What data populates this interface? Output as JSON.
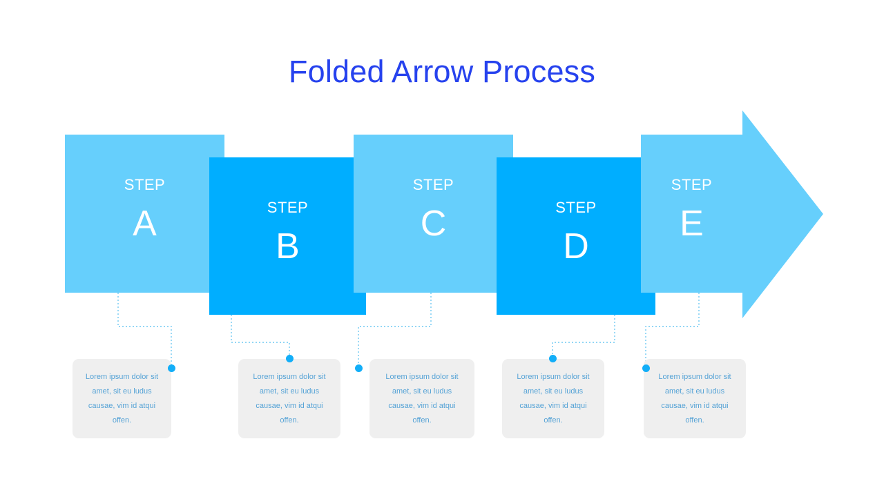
{
  "slide": {
    "title": "Folded Arrow Process",
    "title_color": "#2642EE",
    "background": "#ffffff"
  },
  "palette": {
    "light_blue": "#66CFFC",
    "strong_blue": "#00AEFF",
    "dot_blue": "#12AEF8",
    "connector_line": "#6FC9F2",
    "card_bg": "#EFEFEF",
    "card_text": "#56A3D6",
    "step_text": "#ffffff"
  },
  "steps": [
    {
      "label": "STEP",
      "letter": "A",
      "tone": "light",
      "caption": "Lorem ipsum dolor sit amet, sit eu ludus causae, vim id atqui offen."
    },
    {
      "label": "STEP",
      "letter": "B",
      "tone": "strong",
      "caption": "Lorem ipsum dolor sit amet, sit eu ludus causae, vim id atqui offen."
    },
    {
      "label": "STEP",
      "letter": "C",
      "tone": "light",
      "caption": "Lorem ipsum dolor sit amet, sit eu ludus causae, vim id atqui offen."
    },
    {
      "label": "STEP",
      "letter": "D",
      "tone": "strong",
      "caption": "Lorem ipsum dolor sit amet, sit eu ludus causae, vim id atqui offen."
    },
    {
      "label": "STEP",
      "letter": "E",
      "tone": "light",
      "caption": "Lorem ipsum dolor sit amet, sit eu ludus causae, vim id atqui offen."
    }
  ]
}
